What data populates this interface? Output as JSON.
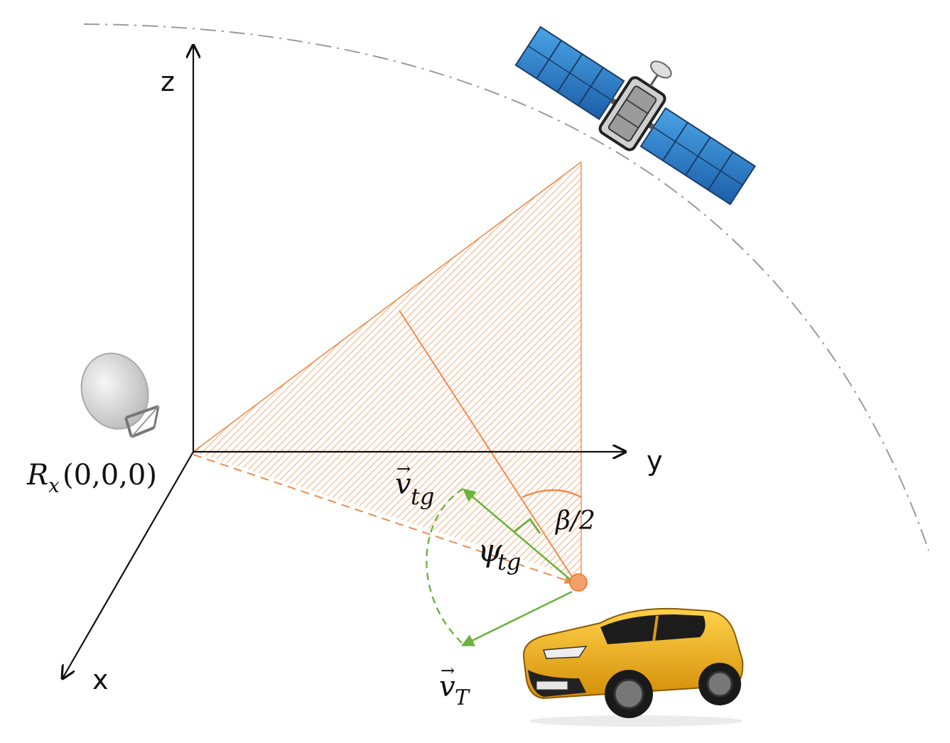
{
  "labels": {
    "axis_z": "z",
    "axis_y": "y",
    "axis_x": "x",
    "receiver_symbol": "R",
    "receiver_subscript": "x",
    "receiver_coords": "(0,0,0)",
    "v_tg_symbol": "v",
    "v_tg_subscript": "tg",
    "v_T_symbol": "v",
    "v_T_subscript": "T",
    "psi_symbol": "ψ",
    "psi_subscript": "tg",
    "beta_label": "β/2",
    "vector_arrow": "→"
  },
  "colors": {
    "axis": "#111111",
    "beam": "#f08a4b",
    "velocity": "#6cb33f",
    "orbit": "#9a9a9a",
    "car_body": "#f2b01e",
    "panel": "#2f86cf",
    "dish": "#d8d8d8"
  },
  "icons": {
    "satellite": "satellite-icon",
    "dish": "satellite-dish-icon",
    "car": "car-icon"
  }
}
